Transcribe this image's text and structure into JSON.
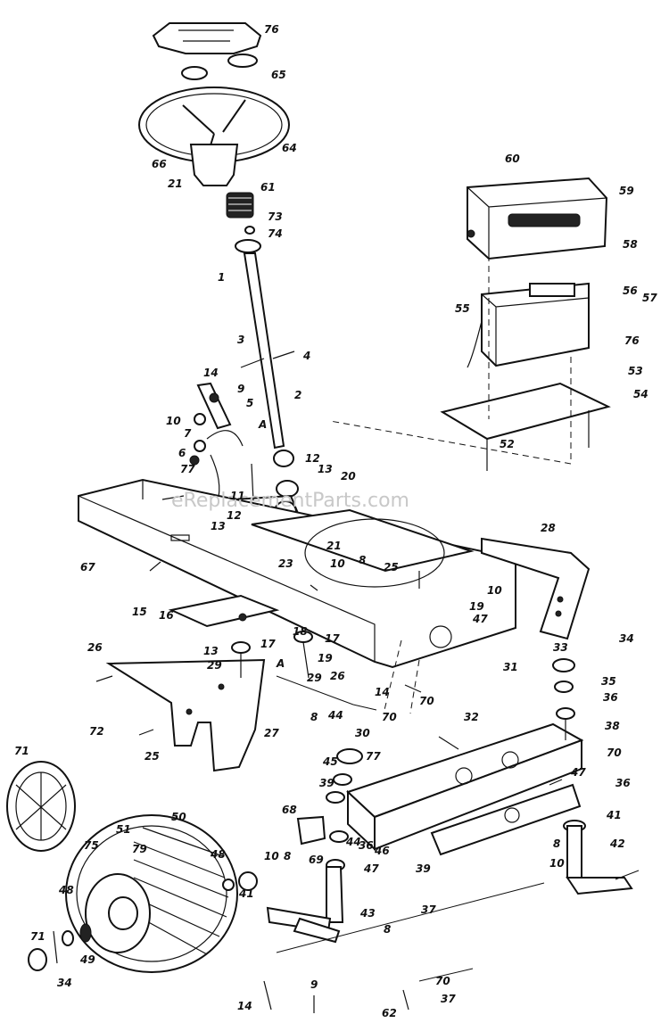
{
  "watermark": "eReplacementParts.com",
  "callouts": [
    {
      "text": "76"
    },
    {
      "text": "65"
    },
    {
      "text": "64"
    },
    {
      "text": "66"
    },
    {
      "text": "21"
    },
    {
      "text": "61"
    },
    {
      "text": "73"
    },
    {
      "text": "74"
    },
    {
      "text": "1"
    },
    {
      "text": "3"
    },
    {
      "text": "4"
    },
    {
      "text": "2"
    },
    {
      "text": "14"
    },
    {
      "text": "9"
    },
    {
      "text": "5"
    },
    {
      "text": "10"
    },
    {
      "text": "7"
    },
    {
      "text": "A"
    },
    {
      "text": "6"
    },
    {
      "text": "77"
    },
    {
      "text": "12"
    },
    {
      "text": "13"
    },
    {
      "text": "20"
    },
    {
      "text": "11"
    },
    {
      "text": "12"
    },
    {
      "text": "13"
    },
    {
      "text": "60"
    },
    {
      "text": "59"
    },
    {
      "text": "58"
    },
    {
      "text": "55"
    },
    {
      "text": "56"
    },
    {
      "text": "57"
    },
    {
      "text": "76"
    },
    {
      "text": "53"
    },
    {
      "text": "54"
    },
    {
      "text": "52"
    },
    {
      "text": "67"
    },
    {
      "text": "15"
    },
    {
      "text": "16"
    },
    {
      "text": "23"
    },
    {
      "text": "21"
    },
    {
      "text": "10"
    },
    {
      "text": "8"
    },
    {
      "text": "25"
    },
    {
      "text": "28"
    },
    {
      "text": "19"
    },
    {
      "text": "10"
    },
    {
      "text": "47"
    },
    {
      "text": "31"
    },
    {
      "text": "26"
    },
    {
      "text": "13"
    },
    {
      "text": "17"
    },
    {
      "text": "29"
    },
    {
      "text": "18"
    },
    {
      "text": "17"
    },
    {
      "text": "19"
    },
    {
      "text": "29"
    },
    {
      "text": "A"
    },
    {
      "text": "26"
    },
    {
      "text": "14"
    },
    {
      "text": "70"
    },
    {
      "text": "33"
    },
    {
      "text": "34"
    },
    {
      "text": "35"
    },
    {
      "text": "36"
    },
    {
      "text": "27"
    },
    {
      "text": "25"
    },
    {
      "text": "8"
    },
    {
      "text": "44"
    },
    {
      "text": "30"
    },
    {
      "text": "70"
    },
    {
      "text": "32"
    },
    {
      "text": "38"
    },
    {
      "text": "72"
    },
    {
      "text": "71"
    },
    {
      "text": "45"
    },
    {
      "text": "39"
    },
    {
      "text": "77"
    },
    {
      "text": "70"
    },
    {
      "text": "47"
    },
    {
      "text": "36"
    },
    {
      "text": "68"
    },
    {
      "text": "44"
    },
    {
      "text": "46"
    },
    {
      "text": "41"
    },
    {
      "text": "69"
    },
    {
      "text": "36"
    },
    {
      "text": "8"
    },
    {
      "text": "10"
    },
    {
      "text": "42"
    },
    {
      "text": "39"
    },
    {
      "text": "50"
    },
    {
      "text": "51"
    },
    {
      "text": "75"
    },
    {
      "text": "79"
    },
    {
      "text": "48"
    },
    {
      "text": "41"
    },
    {
      "text": "10"
    },
    {
      "text": "8"
    },
    {
      "text": "47"
    },
    {
      "text": "48"
    },
    {
      "text": "43"
    },
    {
      "text": "37"
    },
    {
      "text": "71"
    },
    {
      "text": "34"
    },
    {
      "text": "49"
    },
    {
      "text": "14"
    },
    {
      "text": "9"
    },
    {
      "text": "8"
    },
    {
      "text": "70"
    },
    {
      "text": "62"
    },
    {
      "text": "37"
    }
  ]
}
